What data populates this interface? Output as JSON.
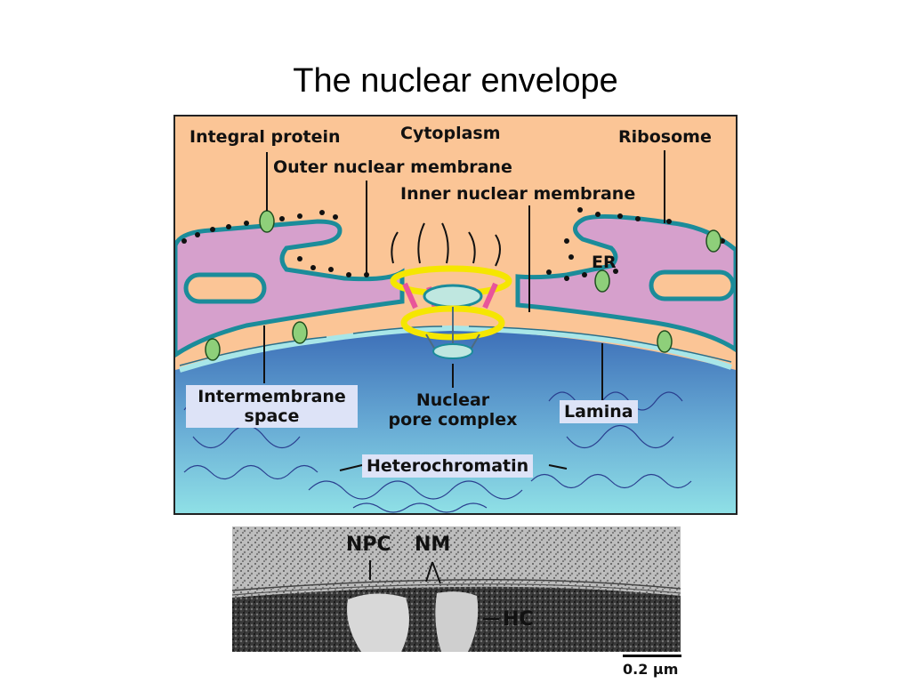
{
  "slide": {
    "title": "The nuclear envelope"
  },
  "diagram": {
    "labels": {
      "integral_protein": "Integral protein",
      "cytoplasm": "Cytoplasm",
      "ribosome": "Ribosome",
      "outer_nuclear_membrane": "Outer nuclear membrane",
      "inner_nuclear_membrane": "Inner nuclear membrane",
      "er": "ER",
      "intermembrane_space_line1": "Intermembrane",
      "intermembrane_space_line2": "space",
      "nuclear_pore_complex_line1": "Nuclear",
      "nuclear_pore_complex_line2": "pore complex",
      "lamina": "Lamina",
      "heterochromatin": "Heterochromatin"
    },
    "colors": {
      "cytoplasm": "#fbc596",
      "membrane_lumen": "#d6a0cc",
      "membrane_edge": "#1b8c9a",
      "nucleus_top": "#3d6fb8",
      "nucleus_bottom": "#8fe0e6",
      "pore_ring": "#f5e600",
      "pore_spoke": "#e8559a",
      "protein": "#8ecf7a"
    }
  },
  "micrograph": {
    "labels": {
      "npc": "NPC",
      "nm": "NM",
      "hc": "HC"
    },
    "scale_bar": "0.2 μm"
  }
}
